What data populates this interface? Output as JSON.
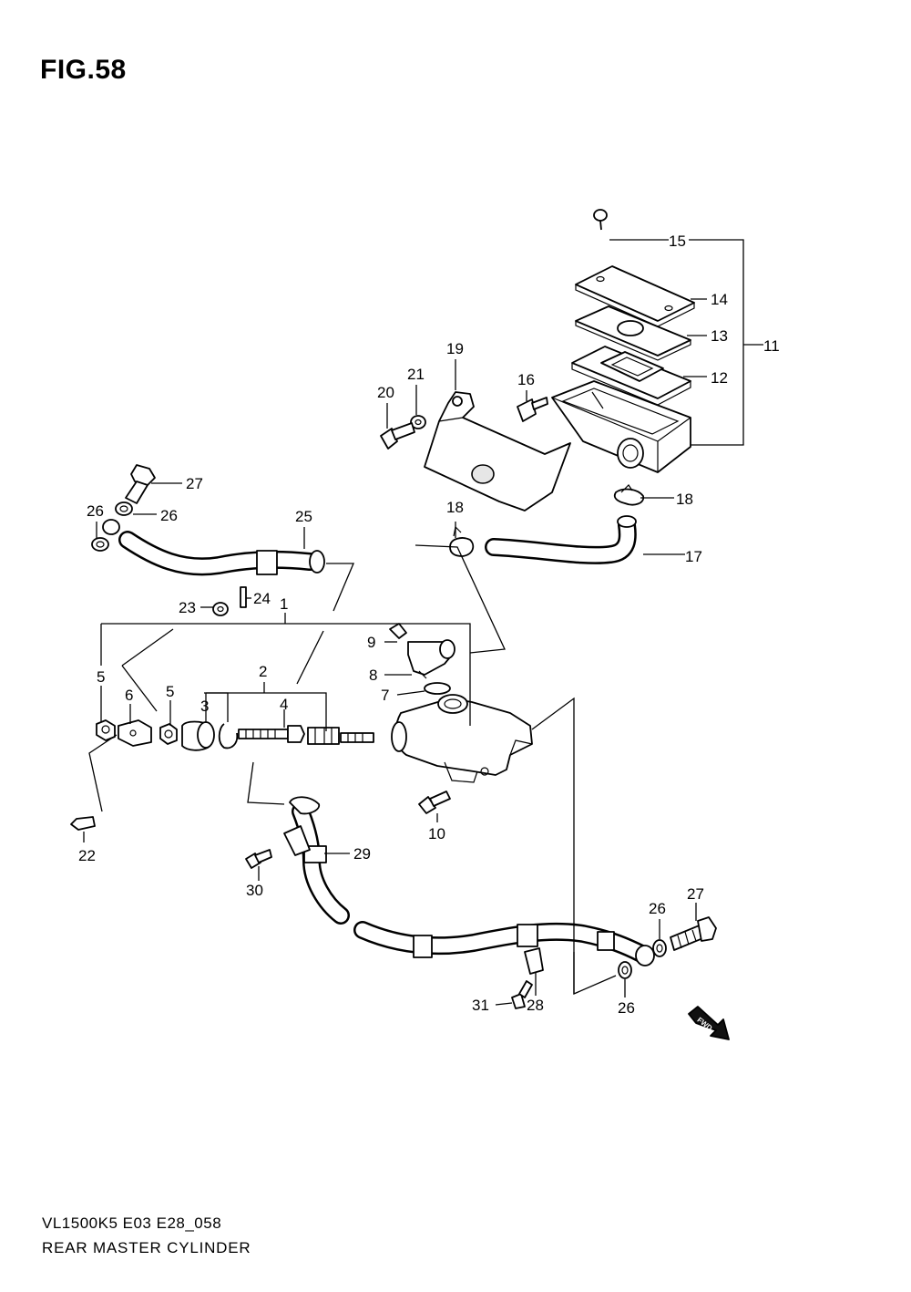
{
  "figure": {
    "title": "FIG.58",
    "model_code": "VL1500K5 E03 E28_058",
    "section_title": "REAR MASTER CYLINDER"
  },
  "callouts": {
    "c1": "1",
    "c2": "2",
    "c3": "3",
    "c4": "4",
    "c5a": "5",
    "c5b": "5",
    "c6": "6",
    "c7": "7",
    "c8": "8",
    "c9": "9",
    "c10": "10",
    "c11": "11",
    "c12": "12",
    "c13": "13",
    "c14": "14",
    "c15": "15",
    "c16": "16",
    "c17": "17",
    "c18a": "18",
    "c18b": "18",
    "c19": "19",
    "c20": "20",
    "c21": "21",
    "c22": "22",
    "c23": "23",
    "c24": "24",
    "c25": "25",
    "c26a": "26",
    "c26b": "26",
    "c26c": "26",
    "c26d": "26",
    "c27a": "27",
    "c27b": "27",
    "c28": "28",
    "c29": "29",
    "c30": "30",
    "c31": "31"
  },
  "fwd_marker": "FWD"
}
